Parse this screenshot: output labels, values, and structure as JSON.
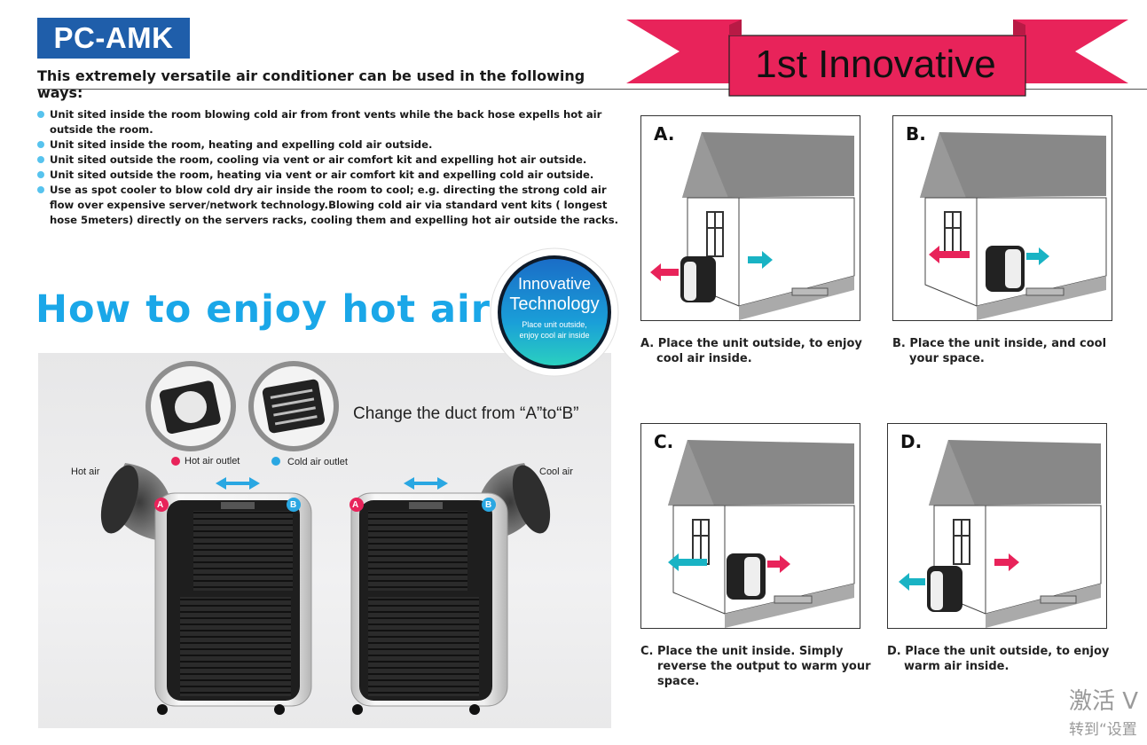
{
  "header": {
    "model": "PC-AMK",
    "subtitle": "This extremely versatile air conditioner can be used in the following ways:"
  },
  "banner": {
    "text": "1st Innovative"
  },
  "bullets": [
    "Unit sited inside the room blowing cold air from front vents while the back hose expells hot air outside the room.",
    "Unit sited inside the room, heating and expelling cold air outside.",
    "Unit sited outside the room, cooling via vent or air comfort kit and expelling hot air outside.",
    "Unit sited outside the room, heating via vent or air comfort kit and expelling cold air outside.",
    "Use as spot cooler to blow cold dry air inside the room to cool; e.g. directing the strong cold air flow over expensive server/network technology.Blowing cold air via standard vent kits ( longest hose 5meters) directly  on the servers racks, cooling them and expelling hot air outside the racks."
  ],
  "how_heading": "How to enjoy hot air",
  "badge": {
    "line1": "Innovative",
    "line2": "Technology",
    "line3": "Place unit outside,",
    "line4": "enjoy cool air inside"
  },
  "photo": {
    "change_duct": "Change the duct from “A”to“B”",
    "hot_air_outlet": "Hot air outlet",
    "cold_air_outlet": "Cold air outlet",
    "hot_air": "Hot air",
    "cool_air": "Cool air",
    "marker_a": "A",
    "marker_b": "B"
  },
  "cards": [
    {
      "letter": "A.",
      "caption_1": "A. Place the unit outside, to enjoy",
      "caption_2": "cool air inside.",
      "caption_3": ""
    },
    {
      "letter": "B.",
      "caption_1": "B.  Place the unit inside, and cool",
      "caption_2": "your space.",
      "caption_3": ""
    },
    {
      "letter": "C.",
      "caption_1": "C. Place the unit inside. Simply",
      "caption_2": "reverse the output to warm your",
      "caption_3": "space."
    },
    {
      "letter": "D.",
      "caption_1": "D. Place the unit outside, to enjoy",
      "caption_2": "warm air inside.",
      "caption_3": ""
    }
  ],
  "watermark": {
    "line1": "激活 V",
    "line2": "转到“设置"
  },
  "colors": {
    "brand_blue": "#1f5eaa",
    "heading_blue": "#1aa7e8",
    "banner_red": "#e8235a",
    "hot_arrow": "#e8235a",
    "cool_arrow": "#19b3c4"
  }
}
